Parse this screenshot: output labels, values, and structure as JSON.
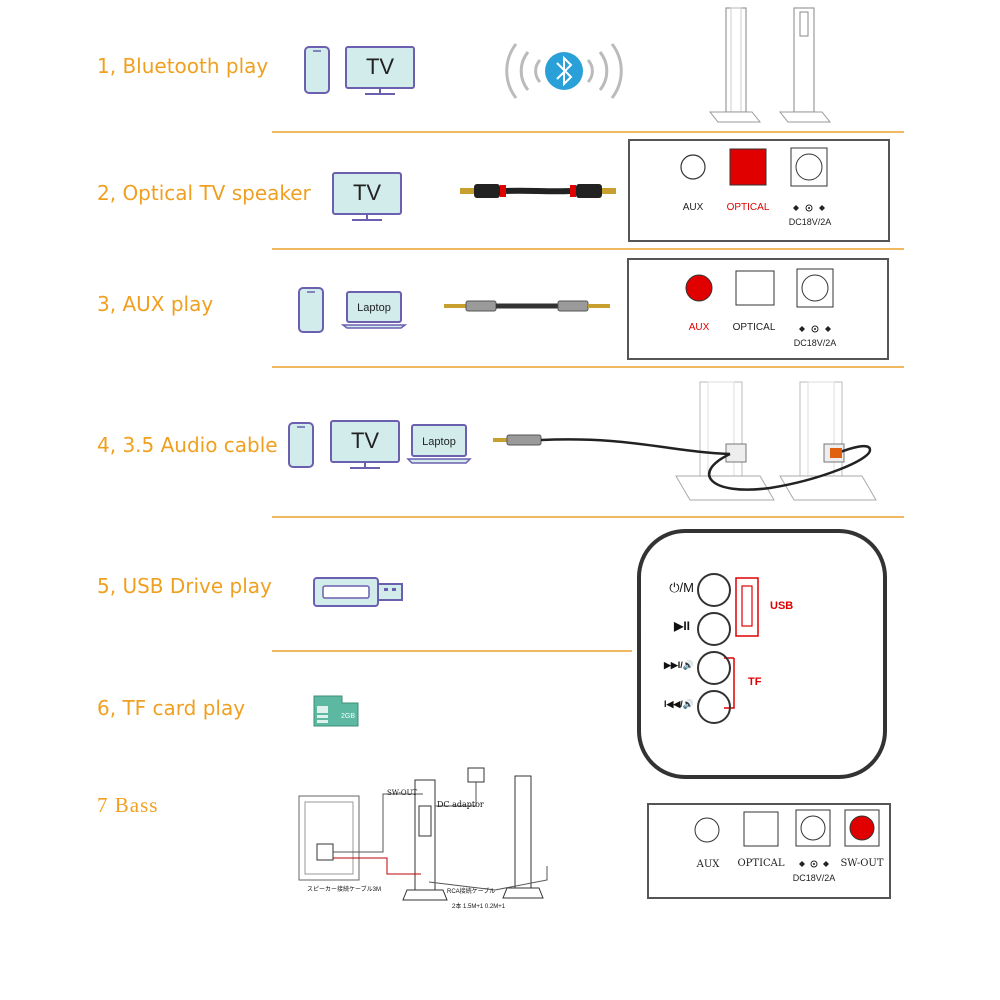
{
  "sections": {
    "s1": {
      "title": "1, Bluetooth play"
    },
    "s2": {
      "title": "2, Optical TV speaker"
    },
    "s3": {
      "title": "3, AUX play"
    },
    "s4": {
      "title": "4, 3.5 Audio cable"
    },
    "s5": {
      "title": "5, USB Drive play"
    },
    "s6": {
      "title": "6, TF card play"
    },
    "s7": {
      "title": "7 Bass"
    }
  },
  "devices": {
    "tv": "TV",
    "laptop": "Laptop"
  },
  "panel_optical": {
    "aux": "AUX",
    "optical": "OPTICAL",
    "dc": "DC18V/2A"
  },
  "panel_aux": {
    "aux": "AUX",
    "optical": "OPTICAL",
    "dc": "DC18V/2A"
  },
  "panel_bass": {
    "aux": "AUX",
    "optical": "OPTICAL",
    "dc": "DC18V/2A",
    "swout": "SW-OUT"
  },
  "control_panel": {
    "power_mode": "⏻/M",
    "play_pause": "▶II",
    "next_vol": "▶▶I/🔊",
    "prev_vol": "I◀◀/🔊",
    "usb": "USB",
    "tf": "TF"
  },
  "tf_card": {
    "capacity": "2GB"
  },
  "bass_diagram": {
    "sw_out": "SW-OUT",
    "dc_adaptor": "DC adaptor",
    "speaker_cable": "スピーカー接続ケーブル3M",
    "rca_cable": "RCA接続ケーブル",
    "rca_note": "2本 1.5M+1 0.2M+1"
  },
  "colors": {
    "accent": "#f0a020",
    "active_port": "#e00000",
    "device_fill": "#d2ecec",
    "device_stroke": "#6b5fb0"
  }
}
